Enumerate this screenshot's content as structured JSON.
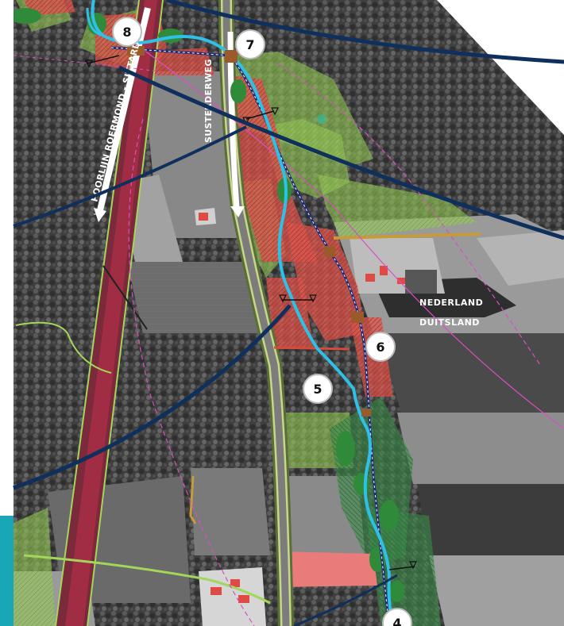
{
  "map": {
    "road_labels": {
      "left_road": "POORLIJN ROERMOND - SITTARD",
      "right_road": "SUSTERDERWEG"
    },
    "country_labels": {
      "north_country": "NEDERLAND",
      "south_country": "DUITSLAND"
    },
    "markers": [
      {
        "label": "8"
      },
      {
        "label": "7"
      },
      {
        "label": "6"
      },
      {
        "label": "5"
      },
      {
        "label": "4"
      }
    ],
    "colors": {
      "river": "#2ec0e6",
      "tunnel_line": "#1c2a7a",
      "leader_lines": "#0f2f5c",
      "zone_red": "#e0403c",
      "zone_green": "#7cc04a",
      "forest": "#4a4a4a",
      "field": "#8a8a8a",
      "teal_accent": "#19a7b8"
    }
  }
}
